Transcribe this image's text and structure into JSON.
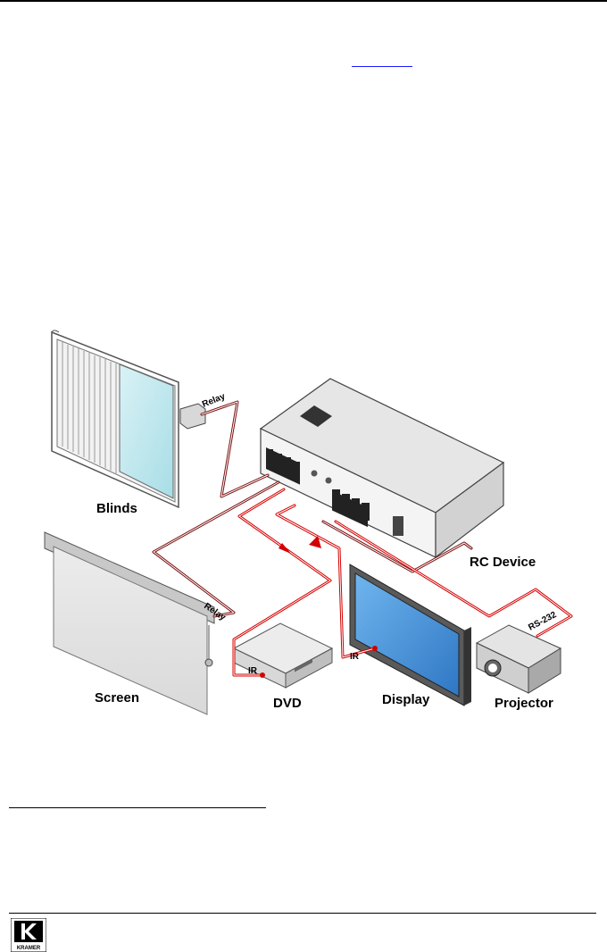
{
  "diagram": {
    "devices": {
      "blinds": "Blinds",
      "screen": "Screen",
      "dvd": "DVD",
      "display": "Display",
      "projector": "Projector",
      "rc_device": "RC Device"
    },
    "connections": {
      "relay_blinds": "Relay",
      "relay_screen": "Relay",
      "ir_dvd": "IR",
      "ir_display": "IR",
      "rs232": "RS-232"
    },
    "colors": {
      "cable_dark": "#7a1010",
      "cable_red": "#d40000",
      "display_glass": "#3d8ed6",
      "device_body": "#e8e8e8"
    }
  },
  "footer": {
    "logo_text": "KRAMER"
  }
}
